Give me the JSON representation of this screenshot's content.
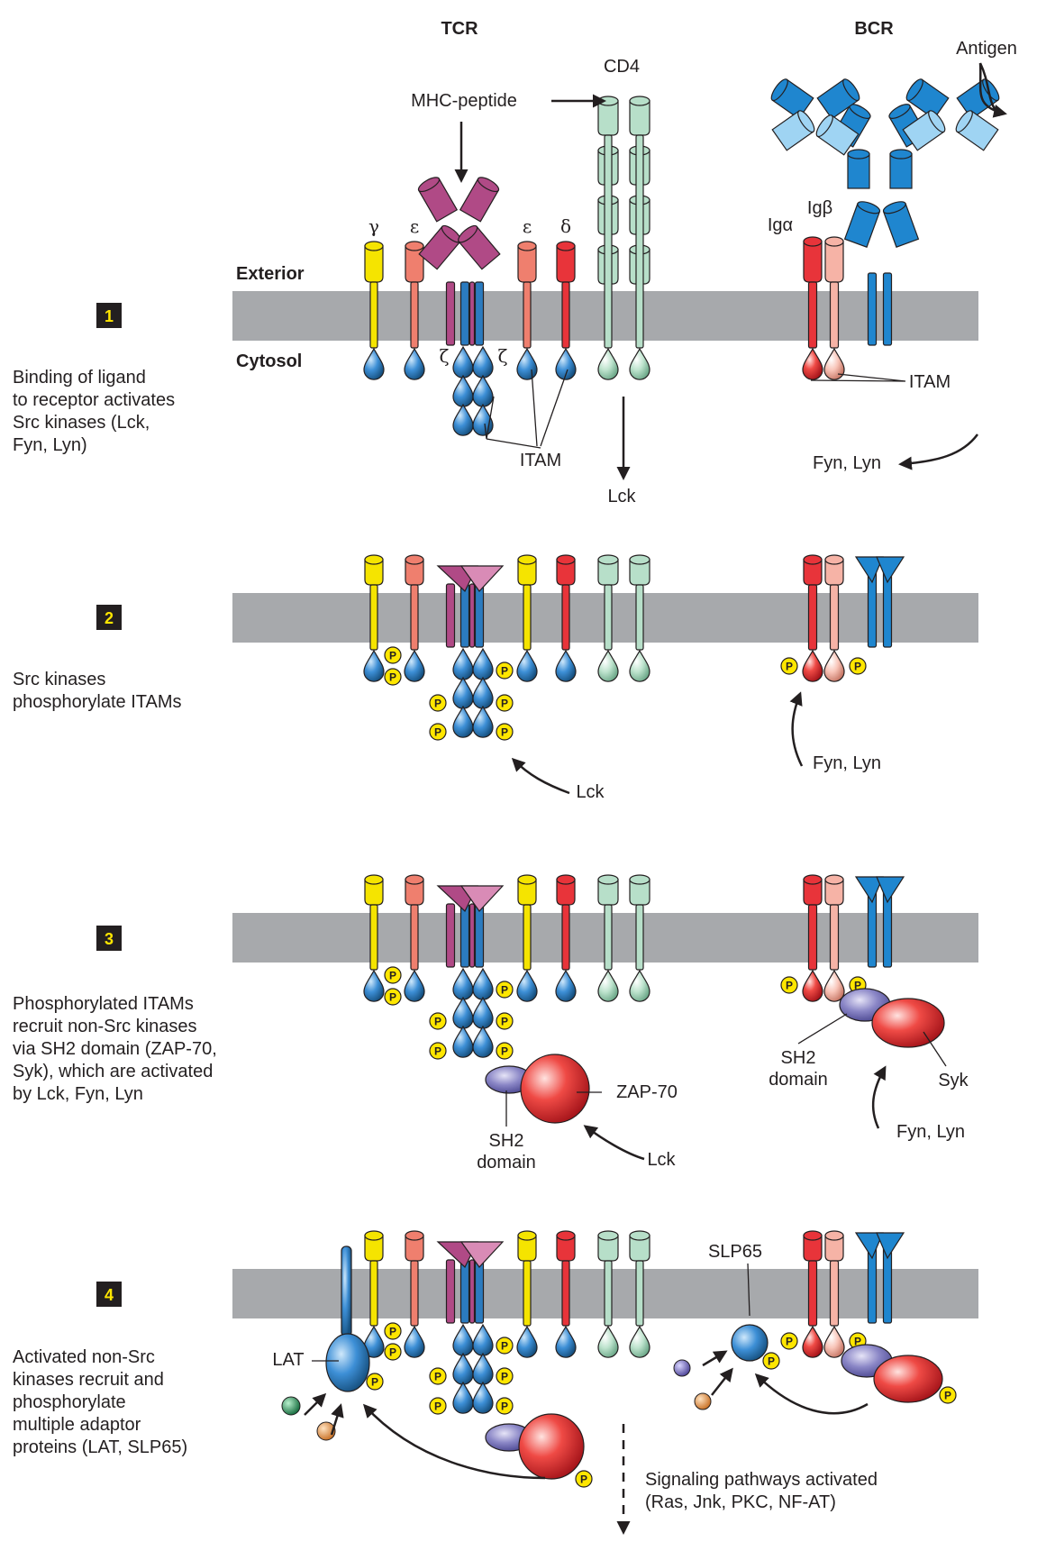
{
  "headers": {
    "tcr": "TCR",
    "bcr": "BCR"
  },
  "labels": {
    "antigen": "Antigen",
    "cd4": "CD4",
    "mhc_peptide": "MHC-peptide",
    "exterior": "Exterior",
    "cytosol": "Cytosol",
    "gamma": "γ",
    "epsilon_1": "ε",
    "epsilon_2": "ε",
    "delta": "δ",
    "zeta_1": "ζ",
    "zeta_2": "ζ",
    "ig_alpha": "Igα",
    "ig_beta": "Igβ",
    "itam_tcr": "ITAM",
    "itam_bcr": "ITAM",
    "lck_1": "Lck",
    "fyn_lyn_1": "Fyn, Lyn",
    "lck_2": "Lck",
    "fyn_lyn_2": "Fyn, Lyn",
    "zap70": "ZAP-70",
    "sh2_tcr": [
      "SH2",
      "domain"
    ],
    "lck_3": "Lck",
    "sh2_bcr": [
      "SH2",
      "domain"
    ],
    "syk": "Syk",
    "fyn_lyn_3": "Fyn, Lyn",
    "lat": "LAT",
    "slp65": "SLP65",
    "signaling": [
      "Signaling pathways activated",
      "(Ras, Jnk, PKC, NF-AT)"
    ],
    "phospho": "P"
  },
  "steps": [
    {
      "number": "1",
      "description": [
        "Binding of ligand",
        "to receptor activates",
        "Src kinases (Lck,",
        "Fyn, Lyn)"
      ]
    },
    {
      "number": "2",
      "description": [
        "Src kinases",
        "phosphorylate ITAMs"
      ]
    },
    {
      "number": "3",
      "description": [
        "Phosphorylated ITAMs",
        "recruit non-Src kinases",
        "via SH2 domain (ZAP-70,",
        "Syk), which are activated",
        "by Lck, Fyn, Lyn"
      ]
    },
    {
      "number": "4",
      "description": [
        "Activated non-Src",
        "kinases recruit and",
        "phosphorylate",
        "multiple adaptor",
        "proteins (LAT, SLP65)"
      ]
    }
  ],
  "colors": {
    "membrane": "#a7a9ac",
    "gamma": "#f5e400",
    "epsilon": "#ef7f6e",
    "delta": "#e8343a",
    "zeta": "#2b7bbf",
    "mhc": "#b04a86",
    "cd4": "#b7dfc9",
    "itam": "#3d8fd6",
    "ig_alpha": "#e8343a",
    "ig_beta": "#f6b3a6",
    "antibody_dark": "#1f86cf",
    "antibody_light": "#9fd4f3",
    "phospho": "#ffe600",
    "kinase": "#e8343a",
    "sh2": "#8a86c6",
    "lat": "#2b8fd6",
    "green_ball": "#1d8a4a",
    "orange_ball": "#e99a4e",
    "purple_ball": "#6f66b8"
  }
}
